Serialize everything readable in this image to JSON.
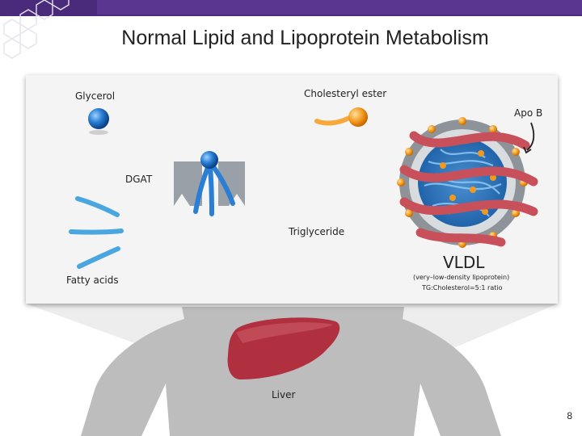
{
  "slide": {
    "title": "Normal Lipid and Lipoprotein Metabolism",
    "page_number": "8"
  },
  "labels": {
    "glycerol": "Glycerol",
    "cholesteryl_ester": "Cholesteryl ester",
    "apo_b": "Apo B",
    "dgat": "DGAT",
    "triglyceride": "Triglyceride",
    "fatty_acids": "Fatty acids",
    "vldl": "VLDL",
    "vldl_full": "(very–low-density lipoprotein)",
    "vldl_ratio": "TG:Cholesterol=5:1 ratio",
    "liver": "Liver"
  },
  "colors": {
    "header_purple": "#4a2a7a",
    "glycerol_blue": "#2a7fd4",
    "ester_orange": "#f39a1e",
    "apo_red": "#c8505a",
    "liver_red": "#b0303f",
    "body_gray": "#b9b9b9"
  }
}
